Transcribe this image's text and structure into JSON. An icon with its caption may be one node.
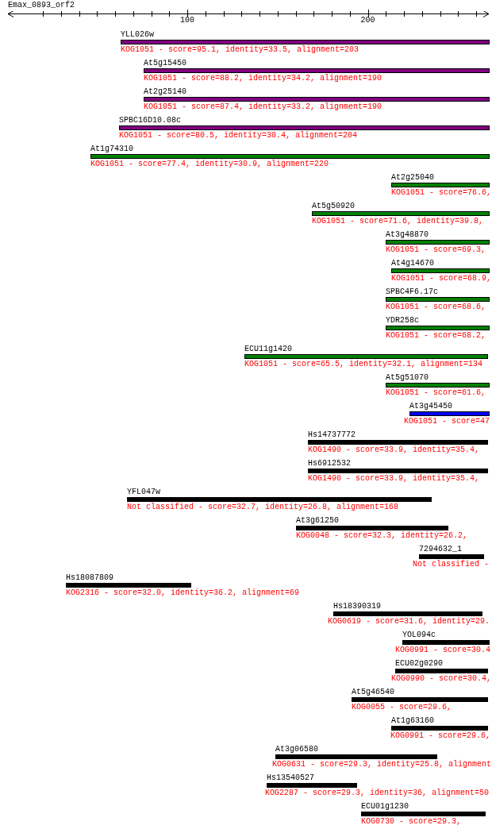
{
  "diagram": {
    "title": "Emax_0893_orf2",
    "nodes": [
      {
        "text": [
          "YLL026w",
          "KOG1051 - score=95.1, identity=33.5, alignment=203"
        ]
      },
      {
        "text": [
          "At5g15450",
          "KOG1051 - score=88.2, identity=34.2, alignment=190"
        ]
      },
      {
        "text": [
          "At2g25140",
          "KOG1051 - score=87.4, identity=33.2, alignment=190"
        ]
      },
      {
        "text": [
          "SPBC16D10.08c",
          "KOG1051 - score=80.5, identity=30.4, alignment=204"
        ]
      },
      {
        "text": [
          "At1g74310",
          "KOG1051 - score=77.4, identity=30.9, alignment=220"
        ]
      },
      {
        "text": [
          "At2g25040",
          "KOG1051 - score=76.6,"
        ]
      },
      {
        "text": [
          "At5g50920",
          "KOG1051 - score=71.6, identity=39.8,"
        ]
      },
      {
        "text": [
          "At3g48870",
          "KOG1051 - score=69.3,"
        ]
      },
      {
        "text": [
          "At4g14670",
          "KOG1051 - score=68.9,"
        ]
      },
      {
        "text": [
          "SPBC4F6.17c",
          "KOG1051 - score=68.6,"
        ]
      },
      {
        "text": [
          "YDR258c",
          "KOG1051 - score=68.2,"
        ]
      },
      {
        "text": [
          "ECU11g1420",
          "KOG1051 - score=65.5, identity=32.1, alignment=134"
        ]
      },
      {
        "text": [
          "At5g51070",
          "KOG1051 - score=61.6,"
        ]
      },
      {
        "text": [
          "At3g45450",
          "KOG1051 - score=47"
        ]
      },
      {
        "text": [
          "Hs14737772",
          "KOG1490 - score=33.9, identity=35.4,"
        ]
      },
      {
        "text": [
          "Hs6912532",
          "KOG1490 - score=33.9, identity=35.4,"
        ]
      },
      {
        "text": [
          "YFL047w",
          "Not classified - score=32.7, identity=26.8, alignment=168"
        ]
      },
      {
        "text": [
          "At3g61250",
          "KOG0048 - score=32.3, identity=26.2,"
        ]
      },
      {
        "text": [
          "7294632_1",
          "Not classified -"
        ]
      },
      {
        "text": [
          "Hs18087809",
          "KOG2316 - score=32.0, identity=36.2, alignment=69"
        ]
      },
      {
        "text": [
          "Hs18390319",
          "KOG0619 - score=31.6, identity=29."
        ]
      },
      {
        "text": [
          "YOL094c",
          "KOG0991 - score=30.4"
        ]
      },
      {
        "text": [
          "ECU02g0290",
          "KOG0990 - score=30.4,"
        ]
      },
      {
        "text": [
          "At5g46540",
          "KOG0055 - score=29.6,"
        ]
      },
      {
        "text": [
          "At1g63160",
          "KOG0991 - score=29.6,"
        ]
      },
      {
        "text": [
          "At3g06580",
          "KOG0631 - score=29.3, identity=25.8, alignment"
        ]
      },
      {
        "text": [
          "Hs13540527",
          "KOG2287 - score=29.3, identity=36, alignment=50"
        ]
      },
      {
        "text": [
          "ECU01g1230",
          "KOG0730 - score=29.3,"
        ]
      }
    ],
    "labels": [
      "100",
      "200"
    ]
  }
}
